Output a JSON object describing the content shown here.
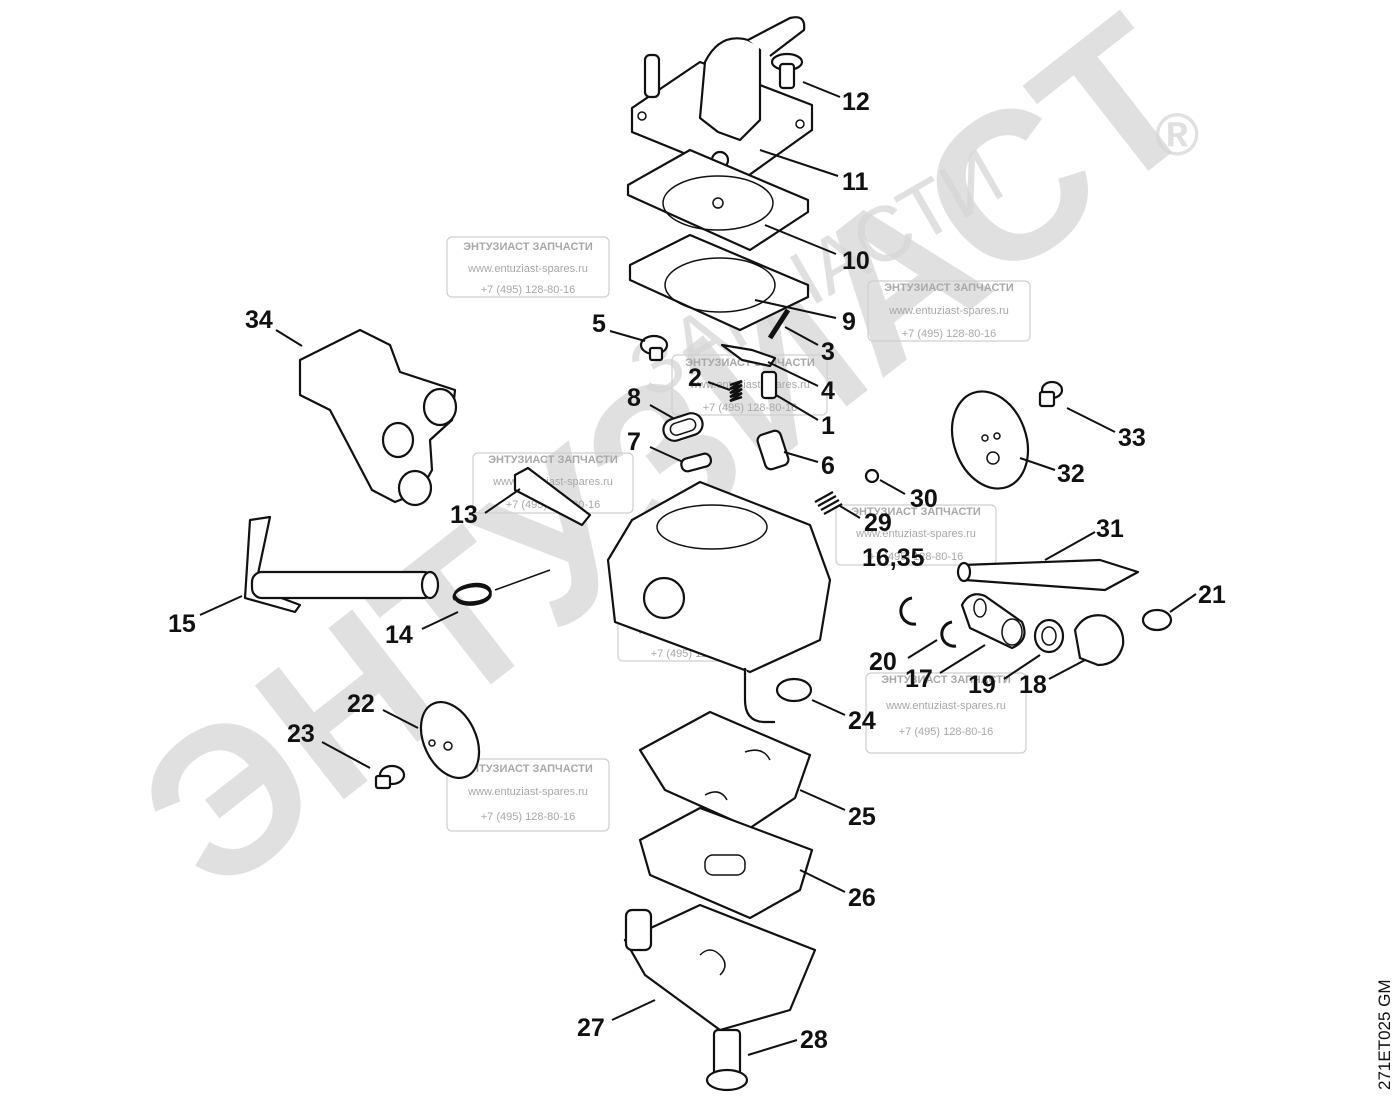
{
  "diagram": {
    "drawing_code": "271ET025 GM",
    "callouts": [
      {
        "id": "12",
        "label": "12"
      },
      {
        "id": "11",
        "label": "11"
      },
      {
        "id": "10",
        "label": "10"
      },
      {
        "id": "9",
        "label": "9"
      },
      {
        "id": "3",
        "label": "3"
      },
      {
        "id": "4",
        "label": "4"
      },
      {
        "id": "1",
        "label": "1"
      },
      {
        "id": "6",
        "label": "6"
      },
      {
        "id": "5",
        "label": "5"
      },
      {
        "id": "2",
        "label": "2"
      },
      {
        "id": "8",
        "label": "8"
      },
      {
        "id": "7",
        "label": "7"
      },
      {
        "id": "34",
        "label": "34"
      },
      {
        "id": "13",
        "label": "13"
      },
      {
        "id": "15",
        "label": "15"
      },
      {
        "id": "14",
        "label": "14"
      },
      {
        "id": "30",
        "label": "30"
      },
      {
        "id": "29",
        "label": "29"
      },
      {
        "id": "33",
        "label": "33"
      },
      {
        "id": "32",
        "label": "32"
      },
      {
        "id": "31",
        "label": "31"
      },
      {
        "id": "16_35",
        "label": "16,35"
      },
      {
        "id": "21",
        "label": "21"
      },
      {
        "id": "20",
        "label": "20"
      },
      {
        "id": "17",
        "label": "17"
      },
      {
        "id": "19",
        "label": "19"
      },
      {
        "id": "18",
        "label": "18"
      },
      {
        "id": "22",
        "label": "22"
      },
      {
        "id": "23",
        "label": "23"
      },
      {
        "id": "24",
        "label": "24"
      },
      {
        "id": "25",
        "label": "25"
      },
      {
        "id": "26",
        "label": "26"
      },
      {
        "id": "27",
        "label": "27"
      },
      {
        "id": "28",
        "label": "28"
      }
    ]
  },
  "watermark": {
    "big_text": "ЭНТУЗИАСТ",
    "arc_text": "ЗАПЧАСТИ",
    "registered": "®",
    "stamp": {
      "title": "ЭНТУЗИАСТ ЗАПЧАСТИ",
      "url": "www.entuziast-spares.ru",
      "phone": "+7 (495) 128-80-16"
    }
  }
}
